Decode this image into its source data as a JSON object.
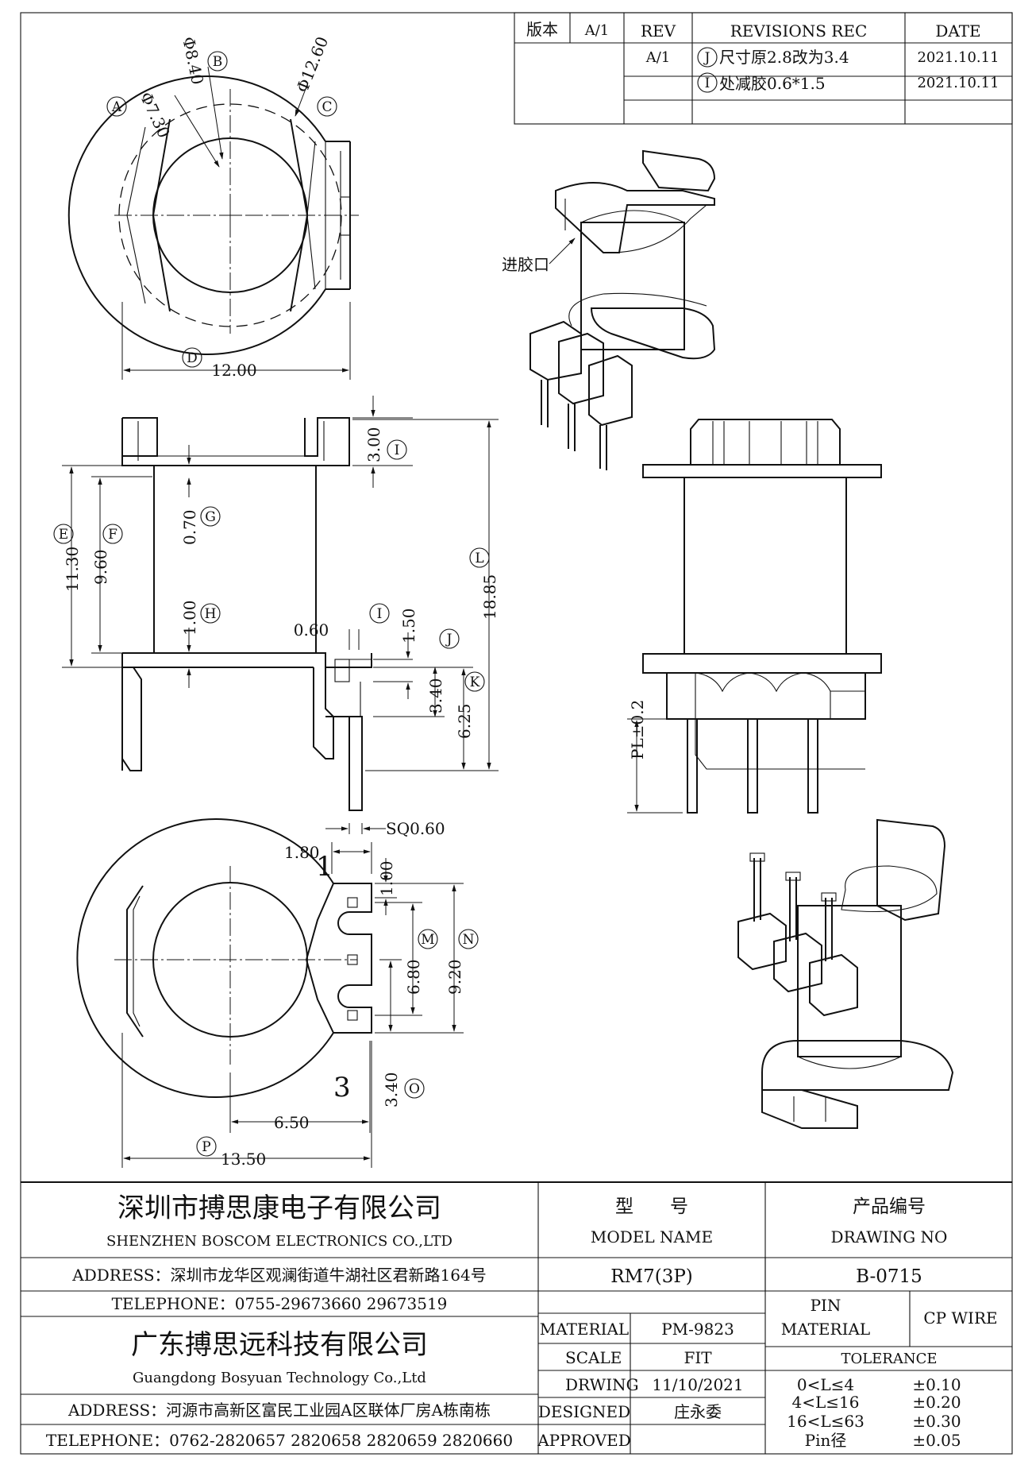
{
  "revision_table": {
    "version_label": "版本",
    "version_value": "A/1",
    "rev_header": "REV",
    "records_header": "REVISIONS REC",
    "date_header": "DATE",
    "rows": [
      {
        "rev": "A/1",
        "marker": "J",
        "text": "尺寸原2.8改为3.4",
        "date": "2021.10.11"
      },
      {
        "rev": "",
        "marker": "I",
        "text": "处减胶0.6*1.5",
        "date": "2021.10.11"
      }
    ]
  },
  "dimensions": {
    "phi_a": "Φ7.30",
    "phi_b": "Φ8.40",
    "phi_c": "Φ12.60",
    "top_width": "12.00",
    "flange_height": "3.00",
    "d_070": "0.70",
    "d_100": "1.00",
    "d_1130": "11.30",
    "d_960": "9.60",
    "d_1885": "18.85",
    "d_060": "0.60",
    "d_150": "1.50",
    "d_340": "3.40",
    "d_625": "6.25",
    "sq": "SQ0.60",
    "pl": "PL±0.2",
    "b_180": "1.80",
    "b_100": "1.00",
    "b_680": "6.80",
    "b_920": "9.20",
    "b_340": "3.40",
    "b_650": "6.50",
    "b_1350": "13.50",
    "pin1": "1",
    "pin3": "3"
  },
  "markers": {
    "A": "A",
    "B": "B",
    "C": "C",
    "D": "D",
    "E": "E",
    "F": "F",
    "G": "G",
    "H": "H",
    "I": "I",
    "J": "J",
    "K": "K",
    "L": "L",
    "M": "M",
    "N": "N",
    "O": "O",
    "P": "P"
  },
  "callouts": {
    "gate": "进胶口"
  },
  "title_block": {
    "company1_cn": "深圳市搏思康电子有限公司",
    "company1_en": "SHENZHEN BOSCOM ELECTRONICS CO.,LTD",
    "address1": "ADDRESS：深圳市龙华区观澜街道牛湖社区君新路164号",
    "telephone1": "TELEPHONE：0755-29673660 29673519",
    "company2_cn": "广东搏思远科技有限公司",
    "company2_en": "Guangdong Bosyuan Technology Co.,Ltd",
    "address2": "ADDRESS：河源市高新区富民工业园A区联体厂房A栋南栋",
    "telephone2": "TELEPHONE：0762-2820657 2820658 2820659 2820660",
    "model_cn": "型　　号",
    "model_en": "MODEL NAME",
    "model_value": "RM7(3P)",
    "drawing_no_cn": "产品编号",
    "drawing_no_en": "DRAWING NO",
    "drawing_no_value": "B-0715",
    "material_label": "MATERIAL",
    "material_value": "PM-9823",
    "scale_label": "SCALE",
    "scale_value": "FIT",
    "drawing_label": "DRWING",
    "drawing_date": "11/10/2021",
    "designed_label": "DESIGNED",
    "designed_value": "庄永委",
    "approved_label": "APPROVED",
    "approved_value": "",
    "pin_material_label_1": "PIN",
    "pin_material_label_2": "MATERIAL",
    "pin_material_value": "CP WIRE",
    "tolerance_label": "TOLERANCE",
    "tolerances": [
      {
        "range": "0<L≤4",
        "value": "±0.10"
      },
      {
        "range": "4<L≤16",
        "value": "±0.20"
      },
      {
        "range": "16<L≤63",
        "value": "±0.30"
      },
      {
        "range": "Pin径",
        "value": "±0.05"
      }
    ]
  }
}
